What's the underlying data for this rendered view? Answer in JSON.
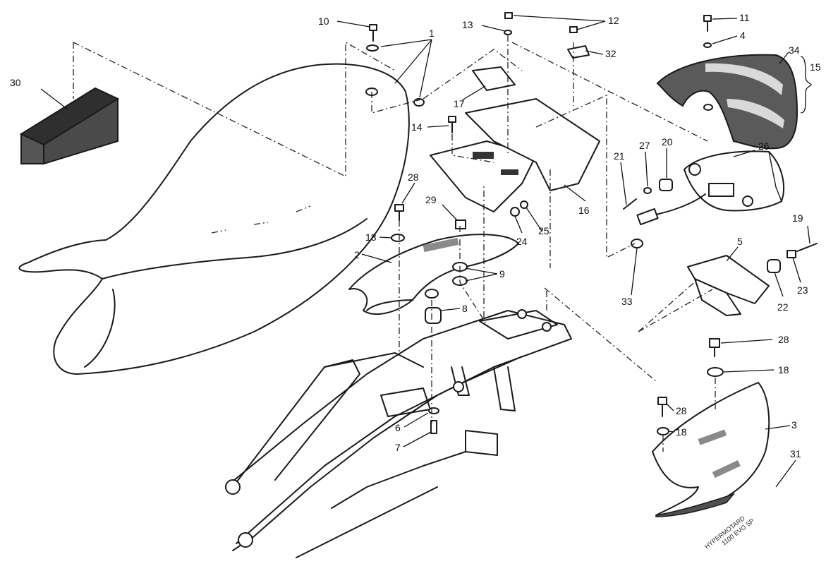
{
  "callouts": {
    "c1": "1",
    "c2": "2",
    "c3": "3",
    "c4": "4",
    "c5": "5",
    "c6": "6",
    "c7": "7",
    "c8": "8",
    "c9": "9",
    "c10": "10",
    "c11": "11",
    "c12": "12",
    "c13": "13",
    "c14": "14",
    "c15": "15",
    "c16": "16",
    "c17": "17",
    "c18a": "18",
    "c18b": "18",
    "c18c": "18",
    "c19": "19",
    "c20": "20",
    "c21": "21",
    "c22": "22",
    "c23": "23",
    "c24": "24",
    "c25": "25",
    "c26": "26",
    "c27": "27",
    "c28a": "28",
    "c28b": "28",
    "c28c": "28",
    "c29": "29",
    "c30": "30",
    "c31": "31",
    "c32": "32",
    "c33": "33",
    "c34": "34"
  },
  "decals": {
    "line1": "HYPERMOTARD",
    "line2": "1100 EVO SP"
  },
  "colors": {
    "ink": "#1a1a1a",
    "fill_dark": "#4a4a4a",
    "background": "#ffffff"
  }
}
